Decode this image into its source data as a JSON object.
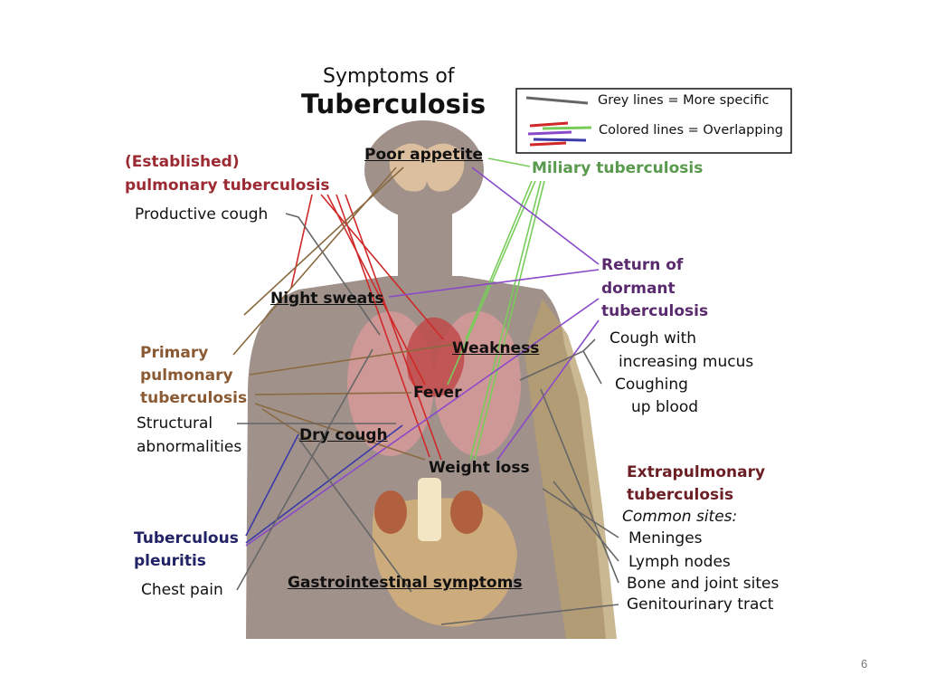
{
  "title": {
    "line1": "Symptoms of",
    "line2": "Tuberculosis"
  },
  "legend": {
    "grey": "Grey lines = More specific",
    "colored": "Colored lines = Overlapping"
  },
  "categories": {
    "pulmonary": {
      "line1": "(Established)",
      "line2": "pulmonary tuberculosis",
      "color": "#9b2a32"
    },
    "miliary": {
      "label": "Miliary tuberculosis",
      "color": "#5a9a4e"
    },
    "dormant": {
      "line1": "Return of",
      "line2": "dormant",
      "line3": "tuberculosis",
      "color": "#5a2a6e"
    },
    "primary": {
      "line1": "Primary",
      "line2": "pulmonary",
      "line3": "tuberculosis",
      "color": "#8a5a34"
    },
    "pleuritis": {
      "line1": "Tuberculous",
      "line2": "pleuritis",
      "color": "#222266"
    },
    "extrapulmonary": {
      "line1": "Extrapulmonary",
      "line2": "tuberculosis",
      "common": "Common sites:",
      "color": "#6b1e24",
      "sites": [
        "Meninges",
        "Lymph nodes",
        "Bone and joint sites",
        "Genitourinary tract"
      ]
    }
  },
  "symptoms": {
    "poor_appetite": "Poor appetite",
    "night_sweats": "Night sweats",
    "weakness": "Weakness",
    "fever": "Fever",
    "dry_cough": "Dry cough",
    "weight_loss": "Weight loss",
    "gi": "Gastrointestinal symptoms"
  },
  "specific": {
    "productive_cough": "Productive cough",
    "structural_1": "Structural",
    "structural_2": "abnormalities",
    "chest_pain": "Chest pain",
    "cough_mucus_1": "Cough with",
    "cough_mucus_2": "increasing mucus",
    "coughing_blood_1": "Coughing",
    "coughing_blood_2": "up blood"
  },
  "colors": {
    "body": "#a0918a",
    "lungs": "#d99a9a",
    "heart": "#c04a4a",
    "organs": "#d4b07a",
    "grey_line": "#666666",
    "pulmonary_line": "#d02828",
    "miliary_line": "#78cc5a",
    "dormant_line": "#8a4ac8",
    "primary_line": "#8a6a40",
    "pleuritis_line": "#3a3aa8"
  },
  "page_number": "6"
}
